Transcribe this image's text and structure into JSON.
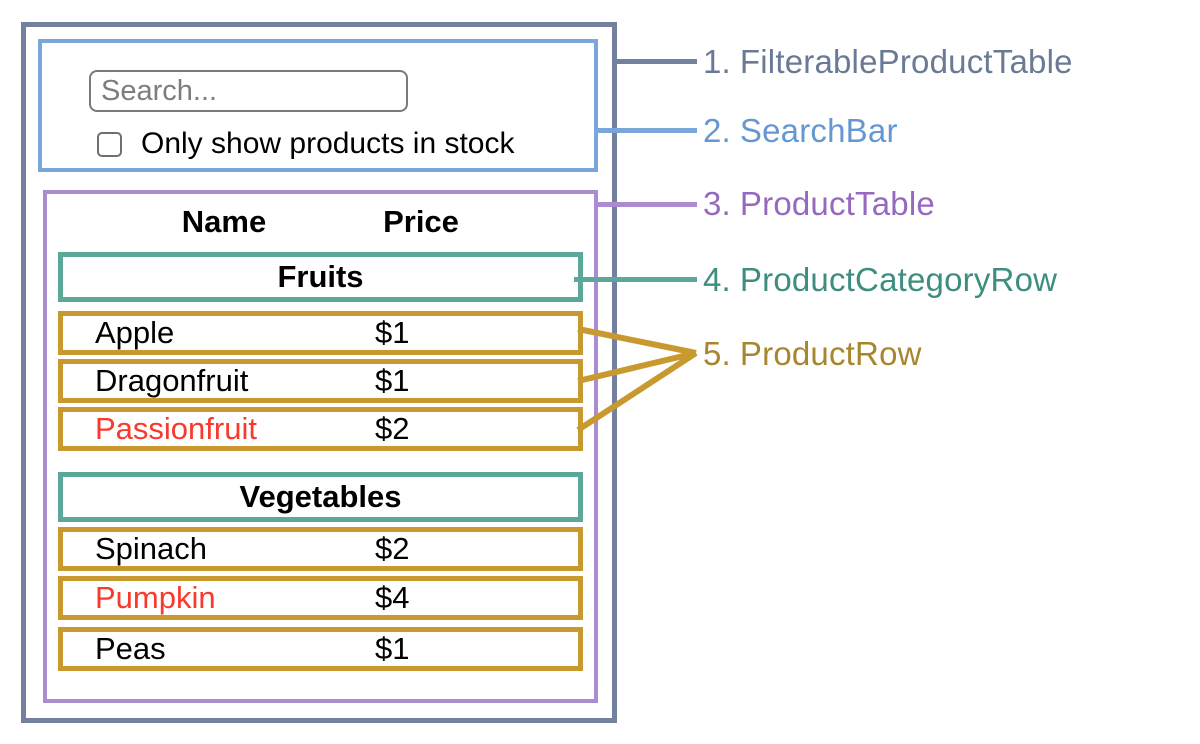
{
  "diagram": {
    "search_bar": {
      "input_placeholder": "Search...",
      "checkbox_label": "Only show products in stock",
      "checkbox_checked": false
    },
    "product_table": {
      "headers": {
        "name": "Name",
        "price": "Price"
      },
      "sections": [
        {
          "category": "Fruits",
          "rows": [
            {
              "name": "Apple",
              "price": "$1",
              "out_of_stock": false
            },
            {
              "name": "Dragonfruit",
              "price": "$1",
              "out_of_stock": false
            },
            {
              "name": "Passionfruit",
              "price": "$2",
              "out_of_stock": true
            }
          ]
        },
        {
          "category": "Vegetables",
          "rows": [
            {
              "name": "Spinach",
              "price": "$2",
              "out_of_stock": false
            },
            {
              "name": "Pumpkin",
              "price": "$4",
              "out_of_stock": true
            },
            {
              "name": "Peas",
              "price": "$1",
              "out_of_stock": false
            }
          ]
        }
      ]
    }
  },
  "legend": {
    "items": [
      {
        "number": "1.",
        "name": "FilterableProductTable"
      },
      {
        "number": "2.",
        "name": "SearchBar"
      },
      {
        "number": "3.",
        "name": "ProductTable"
      },
      {
        "number": "4.",
        "name": "ProductCategoryRow"
      },
      {
        "number": "5.",
        "name": "ProductRow"
      }
    ]
  },
  "colors": {
    "outer-border": "#73819e",
    "searchbar-border": "#7aa6db",
    "table-border": "#ad8bd0",
    "category-border": "#5ba79a",
    "row-border": "#c8992f",
    "label-1": "#6a7a94",
    "label-2": "#6598d1",
    "label-3": "#9669bf",
    "label-4": "#3d8e80",
    "label-5": "#a8862e",
    "out-of-stock": "#f8392c"
  }
}
